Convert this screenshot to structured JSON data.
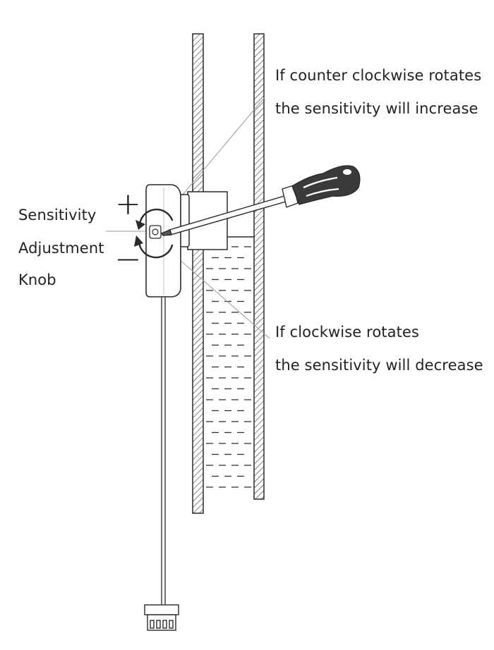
{
  "labels": {
    "knob_line1": "Sensitivity",
    "knob_line2": "Adjustment",
    "knob_line3": "Knob",
    "ccw_line1": "If counter clockwise rotates",
    "ccw_line2": "the sensitivity will increase",
    "cw_line1": "If clockwise rotates",
    "cw_line2": "the sensitivity will decrease",
    "plus_sign": "+",
    "minus_sign": "−"
  },
  "colors": {
    "stroke": "#2a2a2a",
    "leader_line": "#9a9a9a",
    "text": "#222222"
  }
}
